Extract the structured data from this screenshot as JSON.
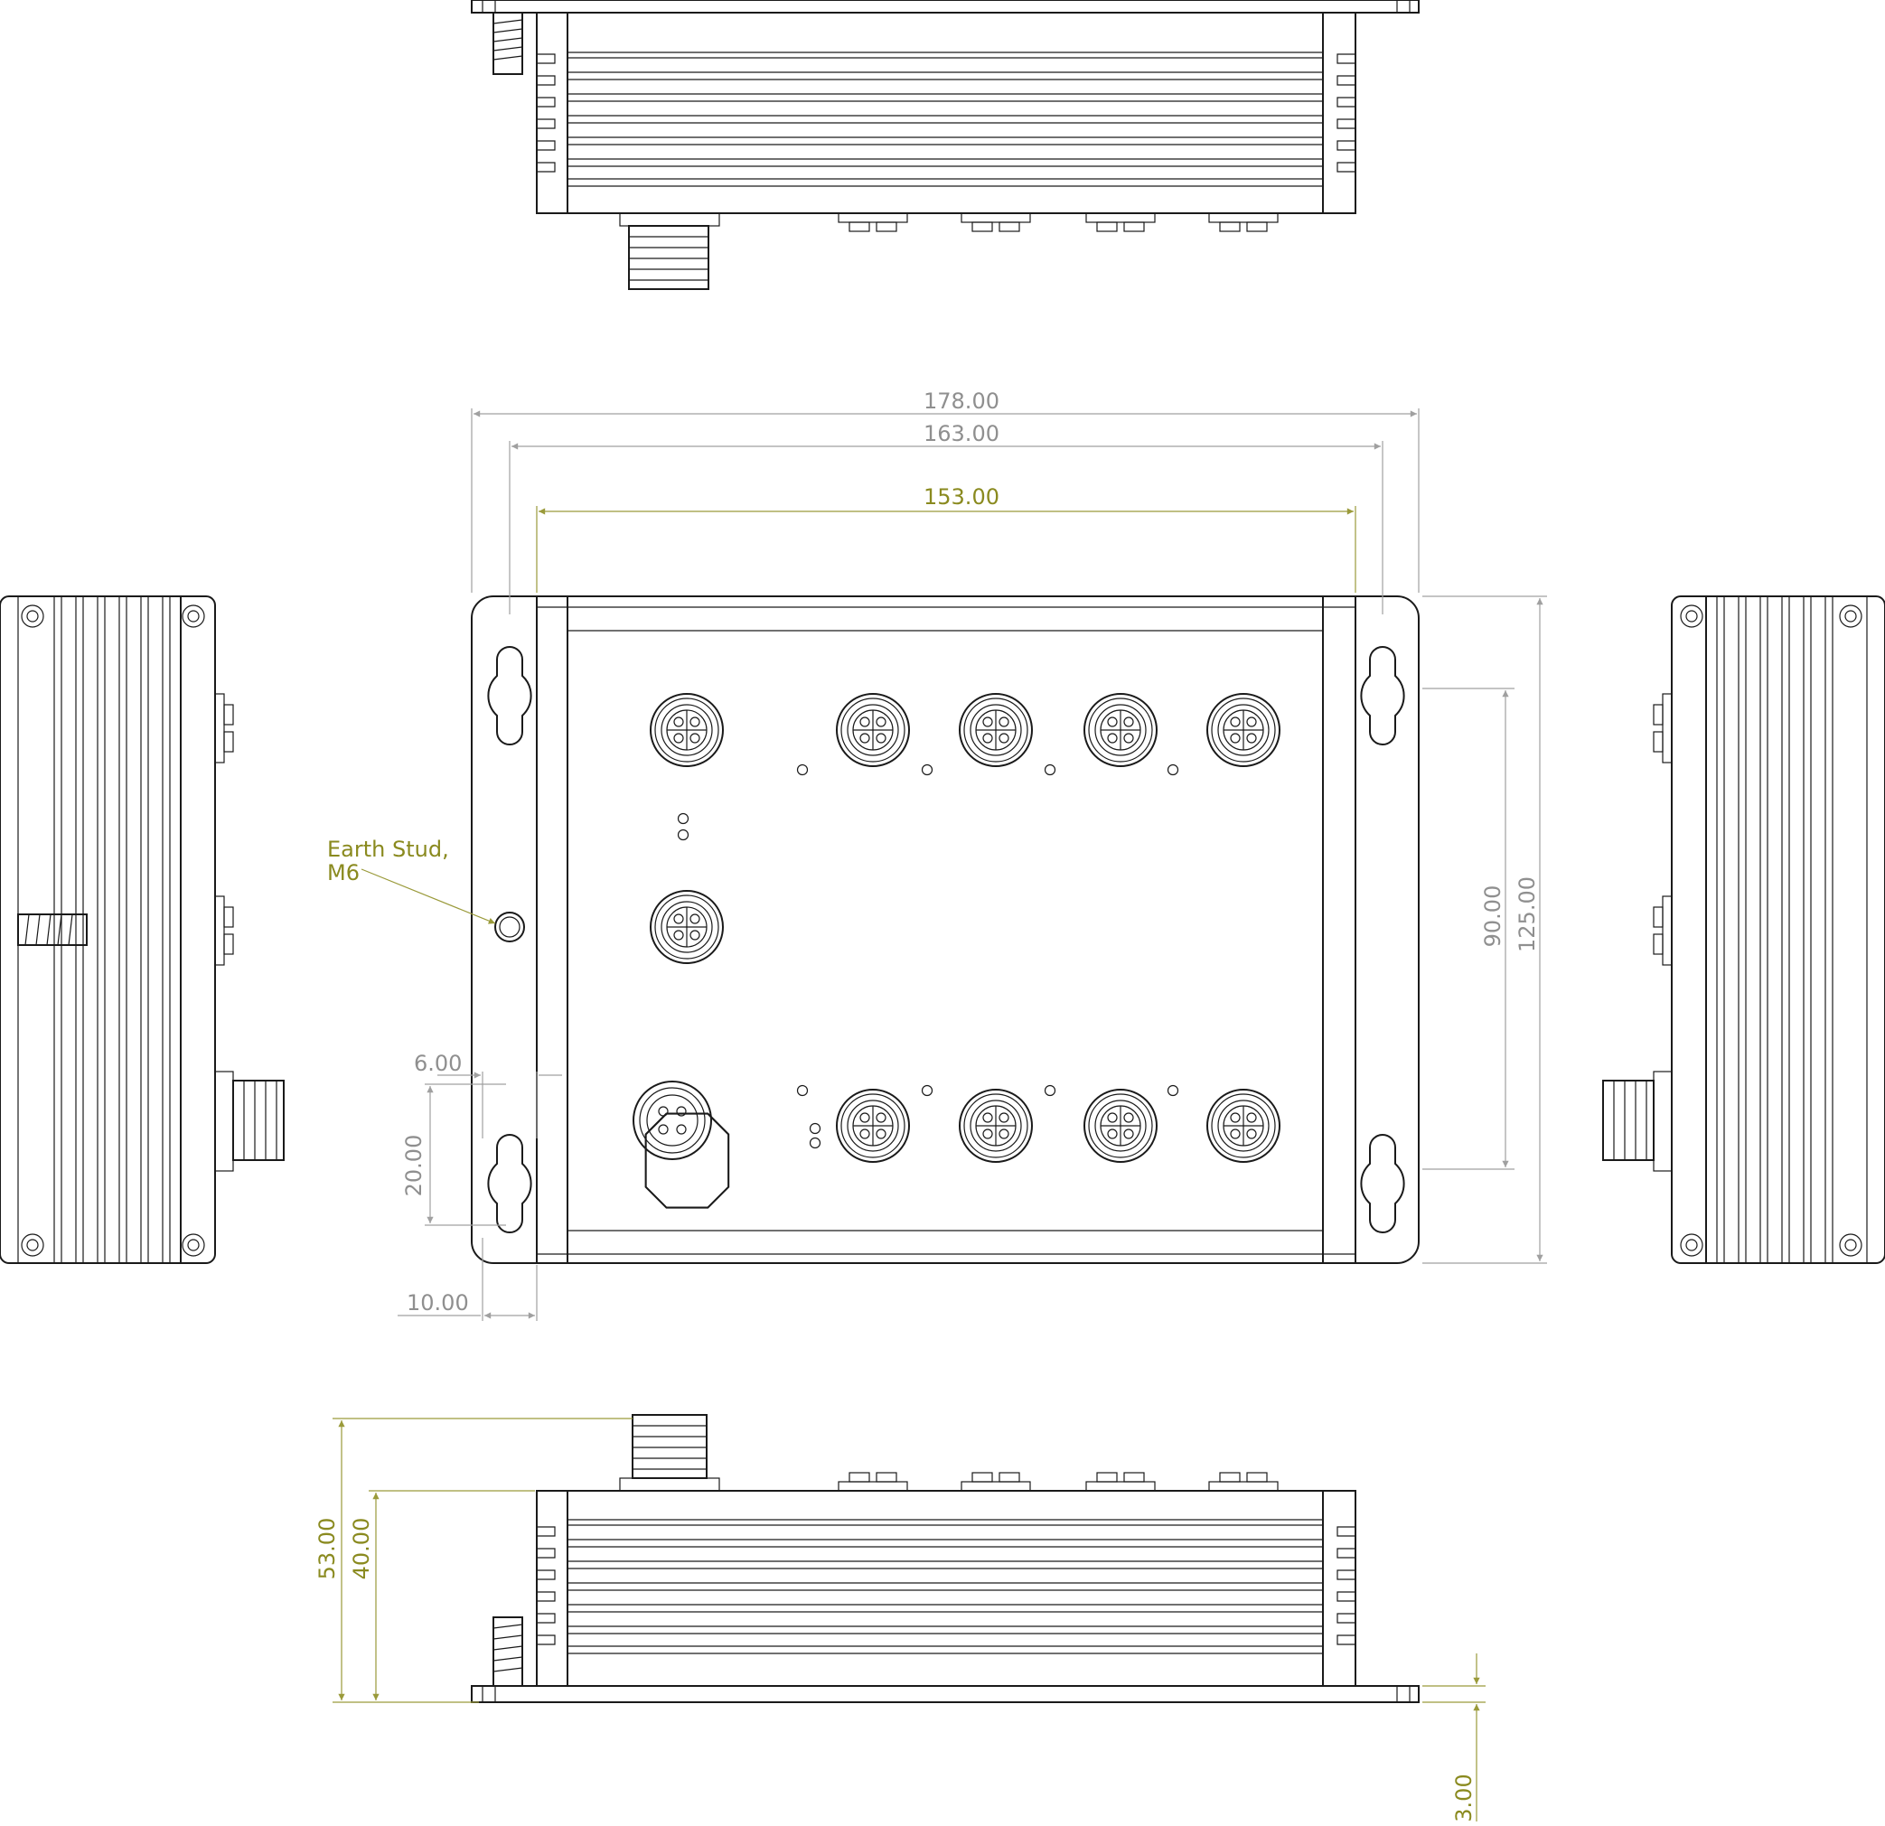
{
  "dimensions": {
    "overall_width": "178.00",
    "hole_spacing_width": "163.00",
    "body_width": "153.00",
    "hole_spacing_height": "90.00",
    "overall_height": "125.00",
    "hole_offset": "6.00",
    "slot_length": "20.00",
    "flange_width": "10.00",
    "total_depth": "53.00",
    "body_depth": "40.00",
    "flange_thickness": "3.00"
  },
  "callout": {
    "line1": "Earth Stud,",
    "line2": "M6"
  },
  "colors": {
    "outline": "#1a1a1a",
    "dimension_gray": "#8f8f8f",
    "dimension_olive": "#8a8a1f"
  }
}
